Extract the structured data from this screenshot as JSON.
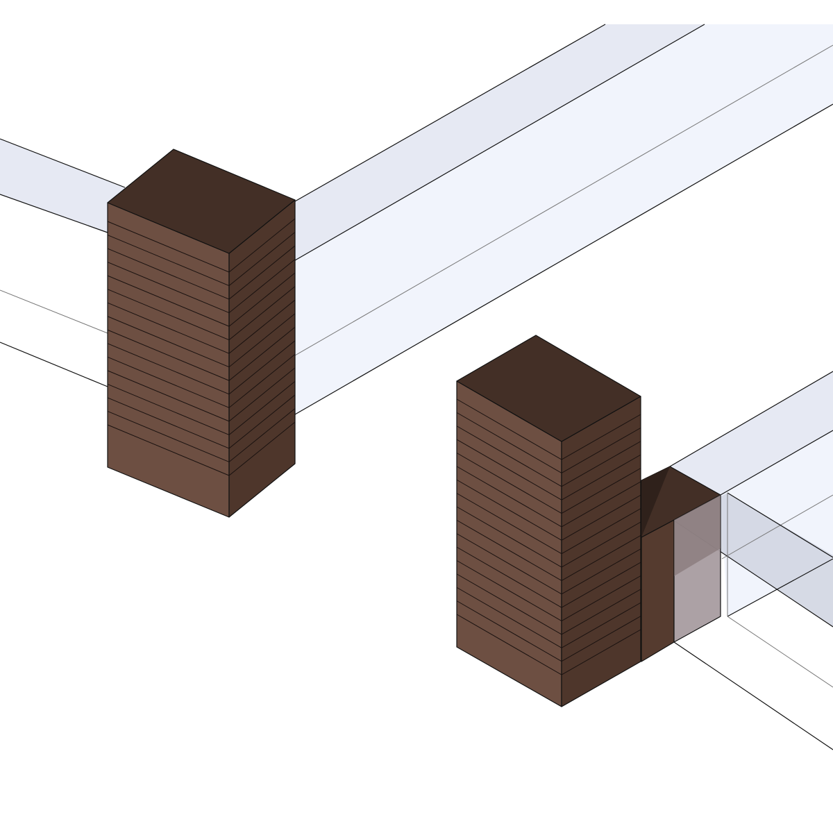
{
  "scene": {
    "type": "architectural-axonometric-render",
    "colors": {
      "roof": "#432f26",
      "wall_front": "#6d4f42",
      "wall_side": "#4e362b",
      "slab_top": "#e6e9f3",
      "slab_face": "#f1f4fc",
      "glass": "#a89ca0"
    },
    "towers": [
      {
        "name": "tower-left",
        "floor_lines": 16
      },
      {
        "name": "tower-right",
        "floor_lines": 17
      }
    ]
  }
}
